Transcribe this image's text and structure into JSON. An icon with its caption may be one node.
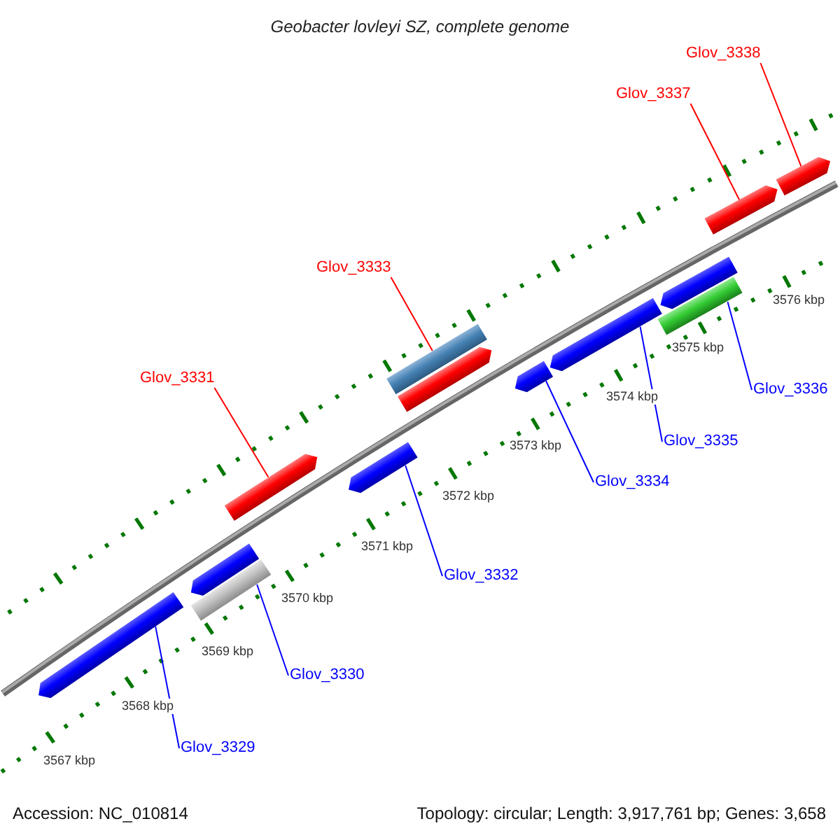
{
  "diagram": {
    "title": "Geobacter lovleyi SZ, complete genome",
    "nodes": [
      {
        "text": [
          "Glov_3338"
        ]
      },
      {
        "text": [
          "Glov_3337"
        ]
      },
      {
        "text": [
          "Glov_3333"
        ]
      },
      {
        "text": [
          "Glov_3331"
        ]
      },
      {
        "text": [
          "Glov_3336"
        ]
      },
      {
        "text": [
          "Glov_3335"
        ]
      },
      {
        "text": [
          "Glov_3334"
        ]
      },
      {
        "text": [
          "Glov_3332"
        ]
      },
      {
        "text": [
          "Glov_3330"
        ]
      },
      {
        "text": [
          "Glov_3329"
        ]
      },
      {
        "text": [],
        "shape": "arrow"
      },
      {
        "text": [],
        "shape": "arrow"
      },
      {
        "text": [],
        "shape": "bar"
      },
      {
        "text": [],
        "shape": "arrow"
      },
      {
        "text": [],
        "shape": "arrow"
      },
      {
        "text": [],
        "shape": "bar"
      },
      {
        "text": [],
        "shape": "arrow"
      },
      {
        "text": [],
        "shape": "arrow"
      },
      {
        "text": [],
        "shape": "arrow"
      },
      {
        "text": [],
        "shape": "bar"
      },
      {
        "text": [],
        "shape": "arrow"
      },
      {
        "text": [],
        "shape": "arrow"
      },
      {
        "text": [],
        "shape": "arrow"
      }
    ],
    "edges": [
      {
        "from": 0,
        "to": 22,
        "arrow": "none",
        "color": "#ff0000"
      },
      {
        "from": 1,
        "to": 21,
        "arrow": "none",
        "color": "#ff0000"
      },
      {
        "from": 2,
        "to": 15,
        "arrow": "none",
        "color": "#ff0000"
      },
      {
        "from": 3,
        "to": 13,
        "arrow": "none",
        "color": "#ff0000"
      },
      {
        "from": 4,
        "to": 19,
        "arrow": "none"
      },
      {
        "from": 5,
        "to": 18,
        "arrow": "none"
      },
      {
        "from": 6,
        "to": 17,
        "arrow": "none"
      },
      {
        "from": 7,
        "to": 14,
        "arrow": "none"
      },
      {
        "from": 8,
        "to": 12,
        "arrow": "none"
      },
      {
        "from": 9,
        "to": 10,
        "arrow": "none"
      }
    ],
    "labels": [
      "3576 kbp",
      "3575 kbp",
      "3574 kbp",
      "3573 kbp",
      "3572 kbp",
      "3571 kbp",
      "3570 kbp",
      "3569 kbp",
      "3568 kbp",
      "3567 kbp",
      "Accession: NC_010814",
      "Topology: circular; Length: 3,917,761 bp; Genes: 3,658"
    ]
  }
}
